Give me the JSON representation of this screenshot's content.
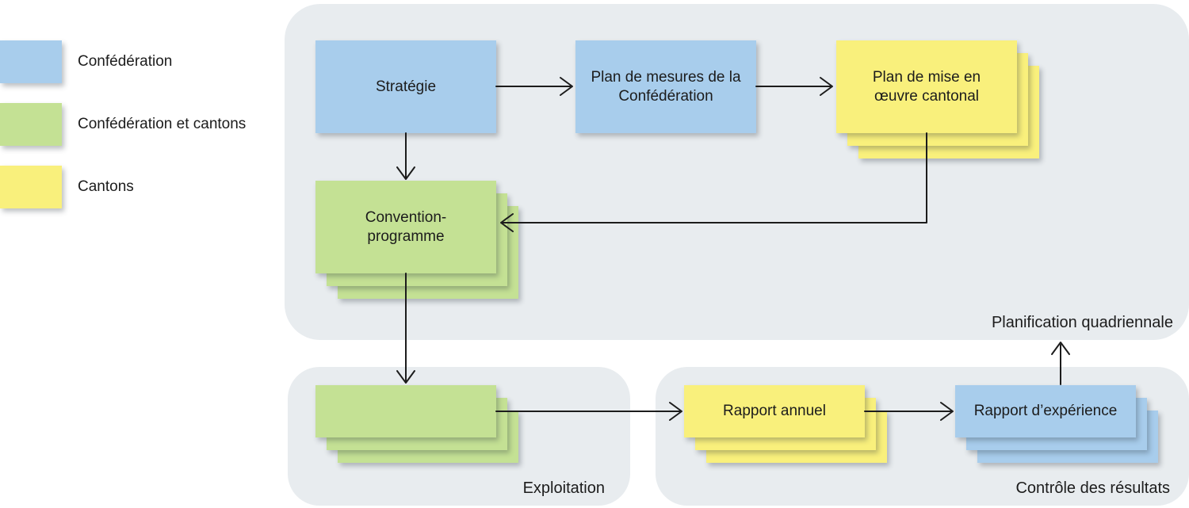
{
  "colors": {
    "blue": "#a8cdec",
    "green": "#c4e194",
    "yellow": "#f9f07c",
    "panel": "#e8ecef",
    "ink": "#1c1c1c"
  },
  "legend": {
    "items": [
      {
        "label": "Confédération",
        "color": "#a8cdec"
      },
      {
        "label": "Confédération et cantons",
        "color": "#c4e194"
      },
      {
        "label": "Cantons",
        "color": "#f9f07c"
      }
    ]
  },
  "sections": {
    "planification": {
      "label": "Planification quadriennale"
    },
    "exploitation": {
      "label": "Exploitation"
    },
    "controle": {
      "label": "Contrôle des résultats"
    }
  },
  "nodes": {
    "strategie": {
      "label": "Stratégie"
    },
    "plan_mesures": {
      "label": "Plan de mesures de la Confédération"
    },
    "plan_mise_oeuvre": {
      "label": "Plan de mise en œuvre cantonal"
    },
    "convention": {
      "label": "Convention-programme"
    },
    "exploitation_docs": {
      "label": ""
    },
    "rapport_annuel": {
      "label": "Rapport annuel"
    },
    "rapport_experience": {
      "label": "Rapport d’expérience"
    }
  },
  "edges": [
    {
      "from": "strategie",
      "to": "plan_mesures"
    },
    {
      "from": "plan_mesures",
      "to": "plan_mise_oeuvre"
    },
    {
      "from": "strategie",
      "to": "convention"
    },
    {
      "from": "plan_mise_oeuvre",
      "to": "convention"
    },
    {
      "from": "convention",
      "to": "exploitation_docs"
    },
    {
      "from": "exploitation_docs",
      "to": "rapport_annuel"
    },
    {
      "from": "rapport_annuel",
      "to": "rapport_experience"
    },
    {
      "from": "rapport_experience",
      "to": "planification"
    }
  ]
}
